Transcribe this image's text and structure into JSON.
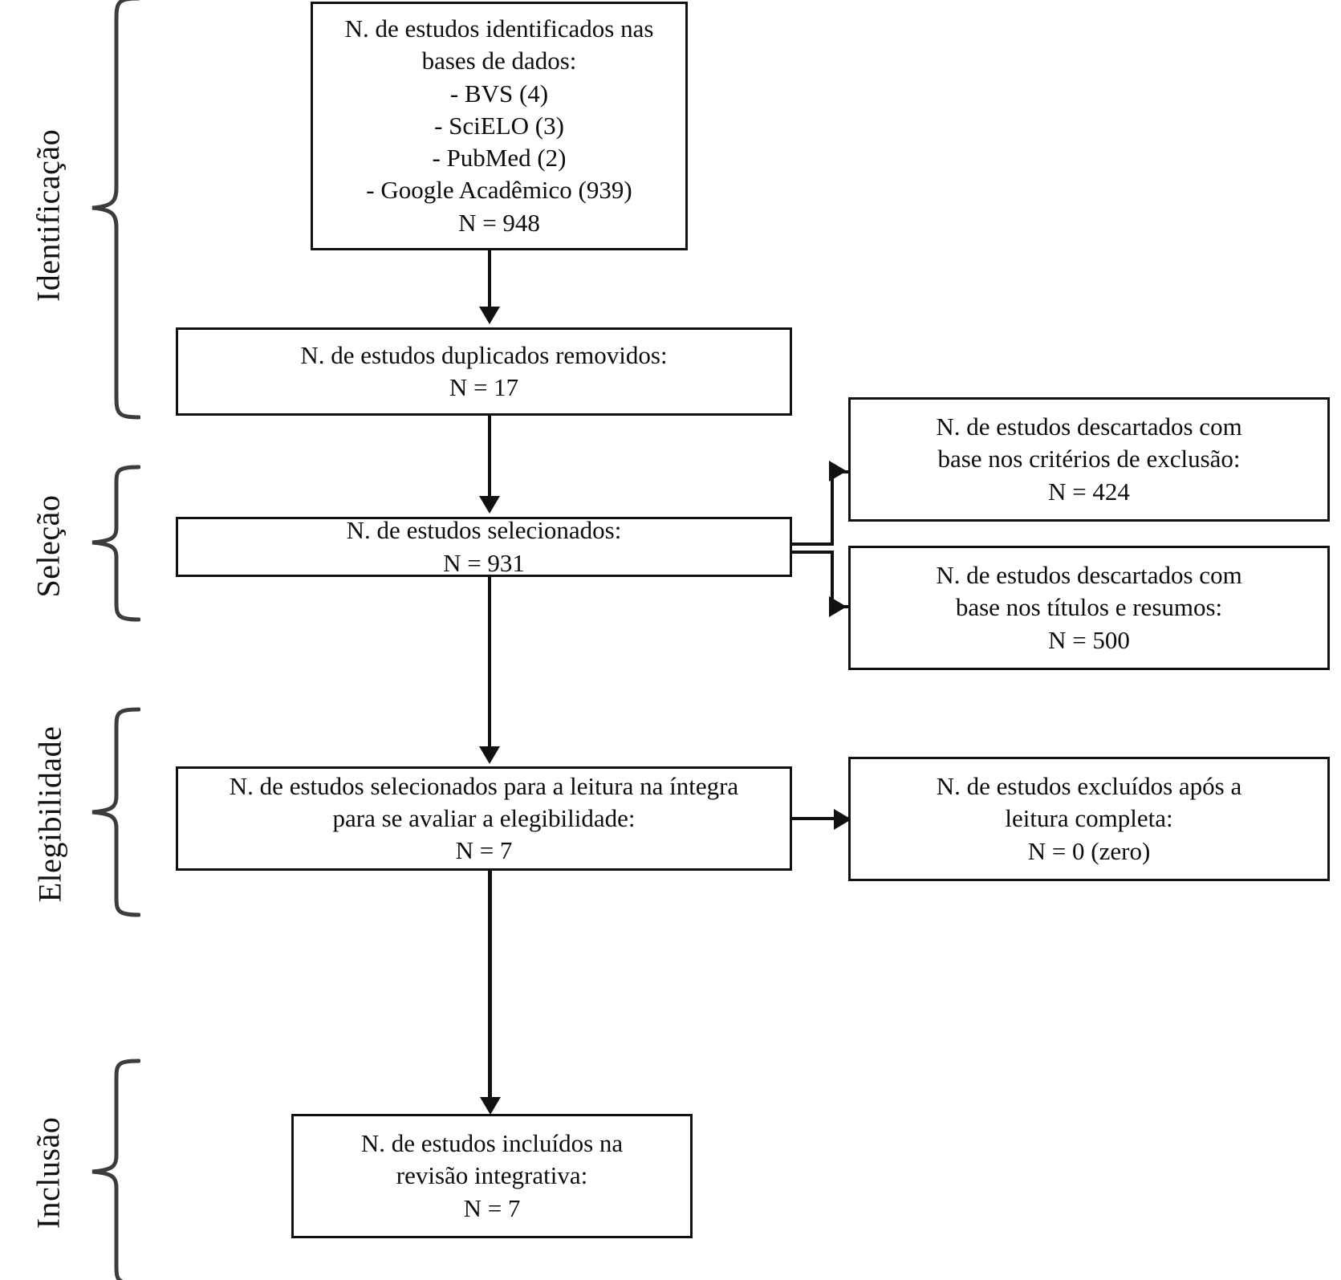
{
  "diagram": {
    "type": "prisma-flow-diagram",
    "language": "pt-BR",
    "line_color": "#111111",
    "background_color": "#ffffff"
  },
  "stages": [
    {
      "id": "identificacao",
      "label": "Identificação"
    },
    {
      "id": "selecao",
      "label": "Seleção"
    },
    {
      "id": "elegibilidade",
      "label": "Elegibilidade"
    },
    {
      "id": "inclusao",
      "label": "Inclusão"
    }
  ],
  "boxes": {
    "identified": {
      "lines": [
        "N. de estudos identificados nas",
        "bases de dados:",
        "- BVS (4)",
        "- SciELO (3)",
        "- PubMed (2)",
        "- Google Acadêmico (939)",
        "N = 948"
      ]
    },
    "duplicates_removed": {
      "lines": [
        "N. de estudos duplicados removidos:",
        "N = 17"
      ]
    },
    "screened": {
      "lines": [
        "N. de estudos selecionados:",
        "N = 931"
      ]
    },
    "excluded_criteria": {
      "lines": [
        "N. de estudos descartados com",
        "base nos critérios de exclusão:",
        "N = 424"
      ]
    },
    "excluded_title_abstract": {
      "lines": [
        "N. de estudos descartados com",
        "base nos títulos e resumos:",
        "N = 500"
      ]
    },
    "fulltext_assessed": {
      "lines": [
        "N. de estudos selecionados para a leitura na íntegra",
        "para se avaliar a elegibilidade:",
        "N = 7"
      ]
    },
    "excluded_fulltext": {
      "lines": [
        "N. de estudos excluídos após a",
        "leitura completa:",
        "N = 0 (zero)"
      ]
    },
    "included": {
      "lines": [
        "N. de estudos incluídos na",
        "revisão integrativa:",
        "N = 7"
      ]
    }
  },
  "chart_data": {
    "type": "table",
    "title": "Fluxograma PRISMA da seleção de estudos",
    "nodes": [
      {
        "stage": "Identificação",
        "label": "N. de estudos identificados nas bases de dados",
        "value": 948,
        "sources": [
          {
            "name": "BVS",
            "value": 4
          },
          {
            "name": "SciELO",
            "value": 3
          },
          {
            "name": "PubMed",
            "value": 2
          },
          {
            "name": "Google Acadêmico",
            "value": 939
          }
        ]
      },
      {
        "stage": "Identificação",
        "label": "N. de estudos duplicados removidos",
        "value": 17
      },
      {
        "stage": "Seleção",
        "label": "N. de estudos selecionados",
        "value": 931
      },
      {
        "stage": "Seleção",
        "label": "N. de estudos descartados com base nos critérios de exclusão",
        "value": 424
      },
      {
        "stage": "Seleção",
        "label": "N. de estudos descartados com base nos títulos e resumos",
        "value": 500
      },
      {
        "stage": "Elegibilidade",
        "label": "N. de estudos selecionados para a leitura na íntegra para se avaliar a elegibilidade",
        "value": 7
      },
      {
        "stage": "Elegibilidade",
        "label": "N. de estudos excluídos após a leitura completa",
        "value": 0
      },
      {
        "stage": "Inclusão",
        "label": "N. de estudos incluídos na revisão integrativa",
        "value": 7
      }
    ],
    "edges": [
      {
        "from": "identified",
        "to": "duplicates_removed"
      },
      {
        "from": "duplicates_removed",
        "to": "screened"
      },
      {
        "from": "screened",
        "to": "excluded_criteria"
      },
      {
        "from": "screened",
        "to": "excluded_title_abstract"
      },
      {
        "from": "screened",
        "to": "fulltext_assessed"
      },
      {
        "from": "fulltext_assessed",
        "to": "excluded_fulltext"
      },
      {
        "from": "fulltext_assessed",
        "to": "included"
      }
    ]
  }
}
